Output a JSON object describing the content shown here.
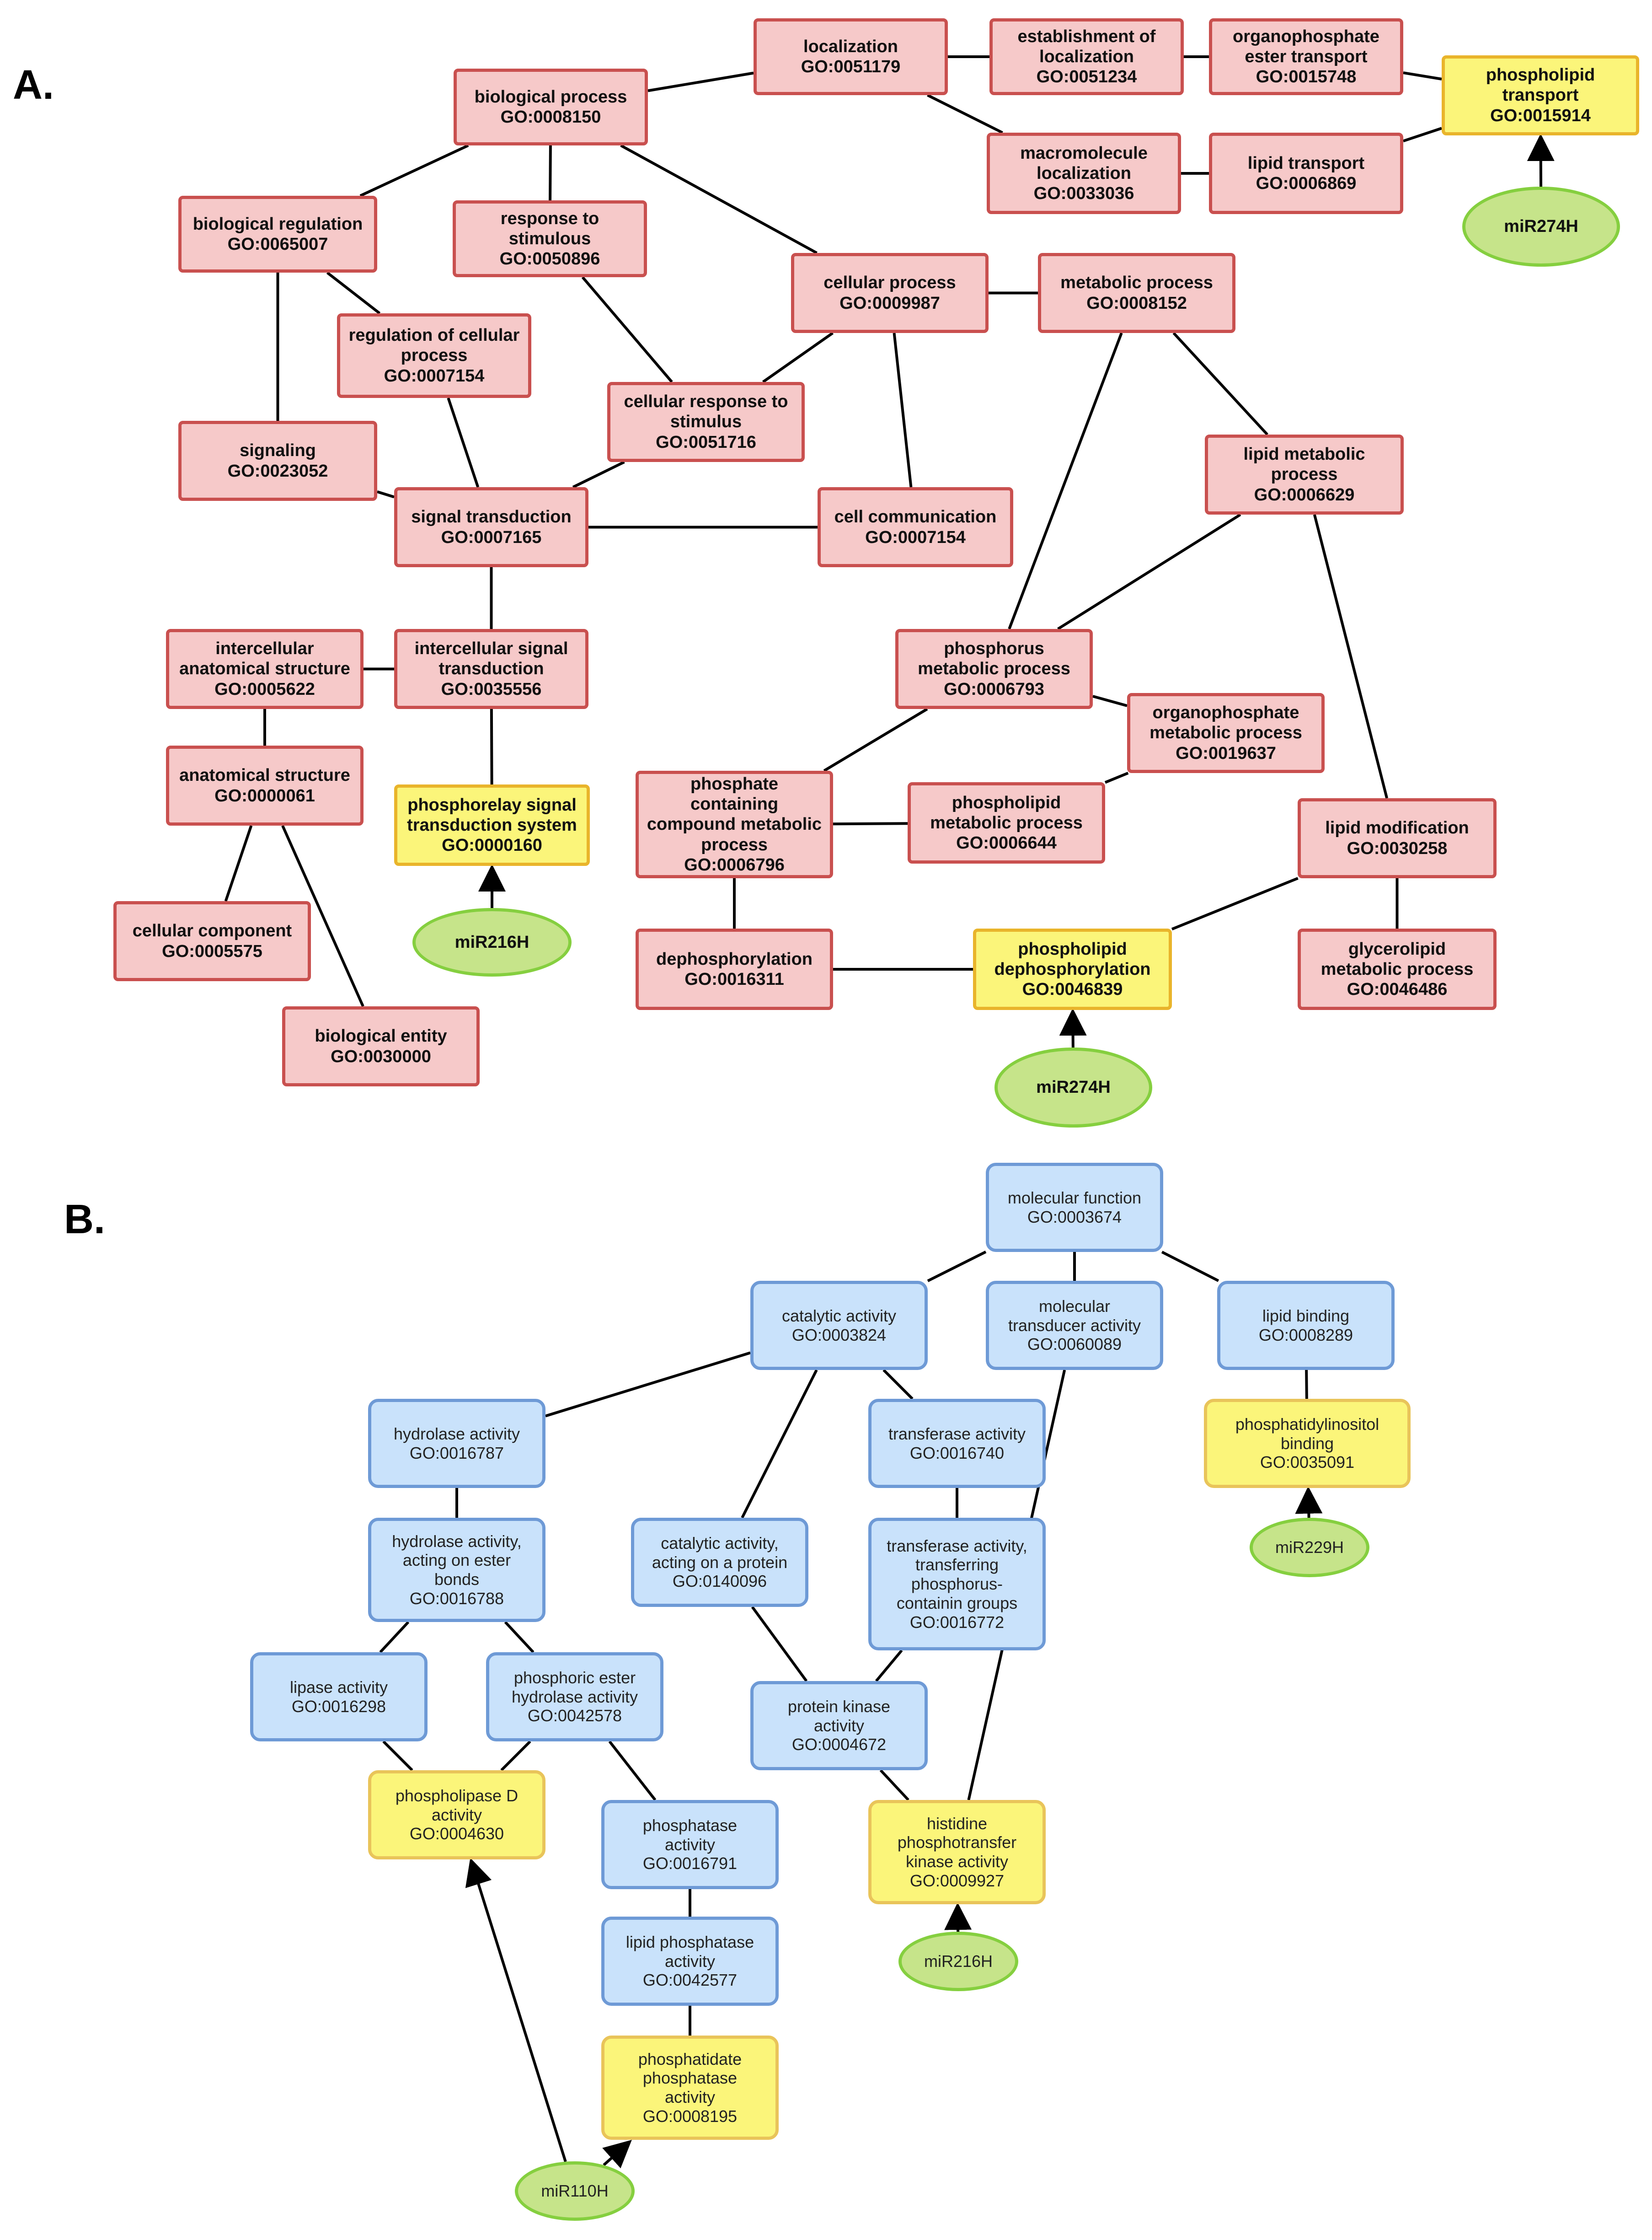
{
  "panels": [
    {
      "label": "A.",
      "nodes": [
        {
          "id": "bp",
          "text": [
            "biological process",
            "GO:0008150"
          ],
          "kind": "go"
        },
        {
          "id": "loc",
          "text": [
            "localization",
            "GO:0051179"
          ],
          "kind": "go"
        },
        {
          "id": "estloc",
          "text": [
            "establishment of",
            "localization",
            "GO:0051234"
          ],
          "kind": "go"
        },
        {
          "id": "orgest",
          "text": [
            "organophosphate",
            "ester transport",
            "GO:0015748"
          ],
          "kind": "go"
        },
        {
          "id": "plt",
          "text": [
            "phospholipid",
            "transport",
            "GO:0015914"
          ],
          "kind": "target"
        },
        {
          "id": "macloc",
          "text": [
            "macromolecule",
            "localization",
            "GO:0033036"
          ],
          "kind": "go"
        },
        {
          "id": "lipt",
          "text": [
            "lipid transport",
            "GO:0006869"
          ],
          "kind": "go"
        },
        {
          "id": "mir274a",
          "text": [
            "miR274H"
          ],
          "kind": "mirna"
        },
        {
          "id": "bioreg",
          "text": [
            "biological regulation",
            "GO:0065007"
          ],
          "kind": "go"
        },
        {
          "id": "resp",
          "text": [
            "response to",
            "stimulous",
            "GO:0050896"
          ],
          "kind": "go"
        },
        {
          "id": "cellp",
          "text": [
            "cellular process",
            "GO:0009987"
          ],
          "kind": "go"
        },
        {
          "id": "metp",
          "text": [
            "metabolic process",
            "GO:0008152"
          ],
          "kind": "go"
        },
        {
          "id": "regcell",
          "text": [
            "regulation of cellular",
            "process",
            "GO:0007154"
          ],
          "kind": "go"
        },
        {
          "id": "cellresp",
          "text": [
            "cellular response to",
            "stimulus",
            "GO:0051716"
          ],
          "kind": "go"
        },
        {
          "id": "signaling",
          "text": [
            "signaling",
            "GO:0023052"
          ],
          "kind": "go"
        },
        {
          "id": "lipmet",
          "text": [
            "lipid metabolic",
            "process",
            "GO:0006629"
          ],
          "kind": "go"
        },
        {
          "id": "sigtrans",
          "text": [
            "signal transduction",
            "GO:0007165"
          ],
          "kind": "go"
        },
        {
          "id": "cellcomm",
          "text": [
            "cell communication",
            "GO:0007154"
          ],
          "kind": "go"
        },
        {
          "id": "interanat",
          "text": [
            "intercellular",
            "anatomical structure",
            "GO:0005622"
          ],
          "kind": "go"
        },
        {
          "id": "intersig",
          "text": [
            "intercellular signal",
            "transduction",
            "GO:0035556"
          ],
          "kind": "go"
        },
        {
          "id": "phosmet",
          "text": [
            "phosphorus",
            "metabolic process",
            "GO:0006793"
          ],
          "kind": "go"
        },
        {
          "id": "orgmet",
          "text": [
            "organophosphate",
            "metabolic process",
            "GO:0019637"
          ],
          "kind": "go"
        },
        {
          "id": "anat",
          "text": [
            "anatomical structure",
            "GO:0000061"
          ],
          "kind": "go"
        },
        {
          "id": "phosrelay",
          "text": [
            "phosphorelay signal",
            "transduction system",
            "GO:0000160"
          ],
          "kind": "target"
        },
        {
          "id": "phoscont",
          "text": [
            "phosphate",
            "containing",
            "compound metabolic",
            "process",
            "GO:0006796"
          ],
          "kind": "go"
        },
        {
          "id": "plmet",
          "text": [
            "phospholipid",
            "metabolic process",
            "GO:0006644"
          ],
          "kind": "go"
        },
        {
          "id": "lipmod",
          "text": [
            "lipid modification",
            "GO:0030258"
          ],
          "kind": "go"
        },
        {
          "id": "mir216a",
          "text": [
            "miR216H"
          ],
          "kind": "mirna"
        },
        {
          "id": "cellcomp",
          "text": [
            "cellular component",
            "GO:0005575"
          ],
          "kind": "go"
        },
        {
          "id": "dephos",
          "text": [
            "dephosphorylation",
            "GO:0016311"
          ],
          "kind": "go"
        },
        {
          "id": "pldephos",
          "text": [
            "phospholipid",
            "dephosphorylation",
            "GO:0046839"
          ],
          "kind": "target"
        },
        {
          "id": "glymet",
          "text": [
            "glycerolipid",
            "metabolic process",
            "GO:0046486"
          ],
          "kind": "go"
        },
        {
          "id": "bioent",
          "text": [
            "biological entity",
            "GO:0030000"
          ],
          "kind": "go"
        },
        {
          "id": "mir274b",
          "text": [
            "miR274H"
          ],
          "kind": "mirna"
        }
      ],
      "edges": [
        [
          "bp",
          "loc"
        ],
        [
          "loc",
          "estloc"
        ],
        [
          "estloc",
          "orgest"
        ],
        [
          "orgest",
          "plt"
        ],
        [
          "loc",
          "macloc"
        ],
        [
          "macloc",
          "lipt"
        ],
        [
          "lipt",
          "plt"
        ],
        [
          "bp",
          "bioreg"
        ],
        [
          "bp",
          "resp"
        ],
        [
          "bp",
          "cellp"
        ],
        [
          "bioreg",
          "regcell"
        ],
        [
          "bioreg",
          "signaling"
        ],
        [
          "resp",
          "cellresp"
        ],
        [
          "cellp",
          "cellresp"
        ],
        [
          "cellp",
          "metp"
        ],
        [
          "cellp",
          "cellcomm"
        ],
        [
          "metp",
          "lipmet"
        ],
        [
          "metp",
          "phosmet"
        ],
        [
          "regcell",
          "sigtrans"
        ],
        [
          "cellresp",
          "sigtrans"
        ],
        [
          "signaling",
          "sigtrans"
        ],
        [
          "sigtrans",
          "cellcomm"
        ],
        [
          "sigtrans",
          "intersig"
        ],
        [
          "interanat",
          "intersig"
        ],
        [
          "interanat",
          "anat"
        ],
        [
          "intersig",
          "phosrelay"
        ],
        [
          "lipmet",
          "phosmet"
        ],
        [
          "lipmet",
          "lipmod"
        ],
        [
          "phosmet",
          "orgmet"
        ],
        [
          "phosmet",
          "phoscont"
        ],
        [
          "orgmet",
          "plmet"
        ],
        [
          "phoscont",
          "plmet"
        ],
        [
          "phoscont",
          "dephos"
        ],
        [
          "dephos",
          "pldephos"
        ],
        [
          "lipmod",
          "pldephos"
        ],
        [
          "lipmod",
          "glymet"
        ],
        [
          "anat",
          "cellcomp"
        ],
        [
          "anat",
          "bioent"
        ]
      ],
      "arrows": [
        [
          "mir274a",
          "plt"
        ],
        [
          "mir216a",
          "phosrelay"
        ],
        [
          "mir274b",
          "pldephos"
        ]
      ]
    },
    {
      "label": "B.",
      "nodes": [
        {
          "id": "molf",
          "text": [
            "molecular function",
            "GO:0003674"
          ],
          "kind": "go"
        },
        {
          "id": "cat",
          "text": [
            "catalytic activity",
            "GO:0003824"
          ],
          "kind": "go"
        },
        {
          "id": "moltr",
          "text": [
            "molecular",
            "transducer activity",
            "GO:0060089"
          ],
          "kind": "go"
        },
        {
          "id": "lipbind",
          "text": [
            "lipid binding",
            "GO:0008289"
          ],
          "kind": "go"
        },
        {
          "id": "hyd",
          "text": [
            "hydrolase activity",
            "GO:0016787"
          ],
          "kind": "go"
        },
        {
          "id": "trans",
          "text": [
            "transferase activity",
            "GO:0016740"
          ],
          "kind": "go"
        },
        {
          "id": "pibind",
          "text": [
            "phosphatidylinositol",
            "binding",
            "GO:0035091"
          ],
          "kind": "target"
        },
        {
          "id": "hydest",
          "text": [
            "hydrolase activity,",
            "acting on ester",
            "bonds",
            "GO:0016788"
          ],
          "kind": "go"
        },
        {
          "id": "catprot",
          "text": [
            "catalytic activity,",
            "acting on a protein",
            "GO:0140096"
          ],
          "kind": "go"
        },
        {
          "id": "transph",
          "text": [
            "transferase activity,",
            "transferring",
            "phosphorus-",
            "containin groups",
            "GO:0016772"
          ],
          "kind": "go"
        },
        {
          "id": "mir229",
          "text": [
            "miR229H"
          ],
          "kind": "mirna"
        },
        {
          "id": "lipase",
          "text": [
            "lipase activity",
            "GO:0016298"
          ],
          "kind": "go"
        },
        {
          "id": "phosest",
          "text": [
            "phosphoric ester",
            "hydrolase activity",
            "GO:0042578"
          ],
          "kind": "go"
        },
        {
          "id": "protk",
          "text": [
            "protein kinase",
            "activity",
            "GO:0004672"
          ],
          "kind": "go"
        },
        {
          "id": "pld",
          "text": [
            "phospholipase D",
            "activity",
            "GO:0004630"
          ],
          "kind": "target"
        },
        {
          "id": "phosph",
          "text": [
            "phosphatase",
            "activity",
            "GO:0016791"
          ],
          "kind": "go"
        },
        {
          "id": "hist",
          "text": [
            "histidine",
            "phosphotransfer",
            "kinase activity",
            "GO:0009927"
          ],
          "kind": "target"
        },
        {
          "id": "lipphos",
          "text": [
            "lipid phosphatase",
            "activity",
            "GO:0042577"
          ],
          "kind": "go"
        },
        {
          "id": "mir216b",
          "text": [
            "miR216H"
          ],
          "kind": "mirna"
        },
        {
          "id": "pap",
          "text": [
            "phosphatidate",
            "phosphatase",
            "activity",
            "GO:0008195"
          ],
          "kind": "target"
        },
        {
          "id": "mir110",
          "text": [
            "miR110H"
          ],
          "kind": "mirna"
        }
      ],
      "edges": [
        [
          "molf",
          "cat"
        ],
        [
          "molf",
          "moltr"
        ],
        [
          "molf",
          "lipbind"
        ],
        [
          "cat",
          "hyd"
        ],
        [
          "cat",
          "trans"
        ],
        [
          "cat",
          "catprot"
        ],
        [
          "lipbind",
          "pibind"
        ],
        [
          "hyd",
          "hydest"
        ],
        [
          "trans",
          "transph"
        ],
        [
          "hydest",
          "lipase"
        ],
        [
          "hydest",
          "phosest"
        ],
        [
          "catprot",
          "protk"
        ],
        [
          "transph",
          "protk"
        ],
        [
          "lipase",
          "pld"
        ],
        [
          "phosest",
          "pld"
        ],
        [
          "phosest",
          "phosph"
        ],
        [
          "protk",
          "hist"
        ],
        [
          "moltr",
          "hist"
        ],
        [
          "phosph",
          "lipphos"
        ],
        [
          "lipphos",
          "pap"
        ]
      ],
      "arrows": [
        [
          "mir229",
          "pibind"
        ],
        [
          "mir216b",
          "hist"
        ],
        [
          "mir110",
          "pld"
        ],
        [
          "mir110",
          "pap"
        ]
      ]
    }
  ]
}
